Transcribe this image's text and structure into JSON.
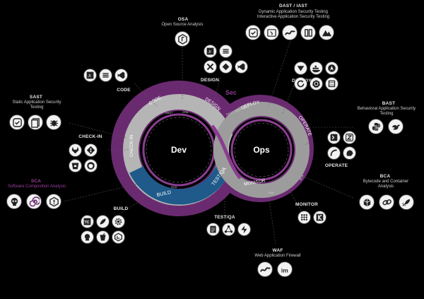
{
  "loop": {
    "sec_label": "Sec",
    "dev_label": "Dev",
    "ops_label": "Ops",
    "phases": {
      "code": "CODE",
      "design": "DESIGN",
      "checkin": "CHECK-IN",
      "build": "BUILD",
      "testqa": "TEST/QA",
      "deploy": "DEPLOY",
      "operate": "OPERATE",
      "monitor": "MONITOR"
    },
    "ring_tags": {
      "sast": "SAST",
      "osa": "OSA",
      "sca": "SCA",
      "dast": "DAST / IAST / BAST",
      "bca": "BCA",
      "waf": "WAF"
    }
  },
  "callouts": {
    "osa": {
      "title": "OSA",
      "subtitle": "Open Source Analysis"
    },
    "dast": {
      "title": "DAST / IAST",
      "subtitle1": "Dynamic Application Security Testing",
      "subtitle2": "Interactive Application Security Testing"
    },
    "sast": {
      "title": "SAST",
      "subtitle1": "Static Application Security",
      "subtitle2": "Testing"
    },
    "bast": {
      "title": "BAST",
      "subtitle1": "Behavioral Application Security",
      "subtitle2": "Testing"
    },
    "sca": {
      "title": "SCA",
      "subtitle": "Software Composition Analysis"
    },
    "bca": {
      "title": "BCA",
      "subtitle1": "Bytecode and Container",
      "subtitle2": "Analysis"
    },
    "waf": {
      "title": "WAF",
      "subtitle": "Web Application Firewall"
    }
  },
  "tool_groups": {
    "code": "CODE",
    "design": "DESIGN",
    "deploy": "DEPLOY",
    "checkin": "CHECK-IN",
    "operate": "OPERATE",
    "build": "BUILD",
    "testqa": "TEST/QA",
    "monitor": "MONITOR"
  },
  "icons": {
    "osa": [
      "package-icon"
    ],
    "dast": [
      "checkbox-icon",
      "browser-icon",
      "wave-icon",
      "book-icon",
      "peaks-icon"
    ],
    "design": [
      "ide-icon",
      "stack-icon",
      "x-icon",
      "diamond-icon",
      "vscode-icon"
    ],
    "code": [
      "ide-icon",
      "stack-icon",
      "vscode-icon"
    ],
    "deploy": [
      "triangle-icon",
      "docker-icon",
      "ansible-icon",
      "sync-icon",
      "kubernetes-icon",
      "container-icon"
    ],
    "sast": [
      "checkbox-icon",
      "document-icon",
      "bug-icon"
    ],
    "bast": [
      "python-icon",
      "bird-icon"
    ],
    "checkin": [
      "gitlab-icon",
      "git-icon",
      "bucket-icon",
      "github-icon"
    ],
    "operate": [
      "terminal-icon",
      "z-icon",
      "arc-icon",
      "chef-icon"
    ],
    "sca": [
      "skull-icon",
      "spiral-icon",
      "alert-icon"
    ],
    "bca": [
      "container-icon",
      "link-icon",
      "rocket-icon"
    ],
    "build": [
      "teamcity-icon",
      "maven-icon",
      "gear-icon",
      "jenkins-icon",
      "gulp-icon",
      "gitlab-icon",
      "hexagon-icon"
    ],
    "testqa": [
      "report-icon",
      "graph-icon",
      "bolt-icon"
    ],
    "monitor": [
      "dots-icon",
      "k-icon"
    ],
    "waf": [
      "wave-icon",
      "im-icon"
    ]
  },
  "colors": {
    "background": "#000000",
    "sec_purple": "#6a2a70",
    "sec_purple_light": "#8a3d8f",
    "build_blue": "#1f5a8a",
    "ring_gray": "#b3b3b3",
    "sca_magenta": "#9b3fa0"
  }
}
